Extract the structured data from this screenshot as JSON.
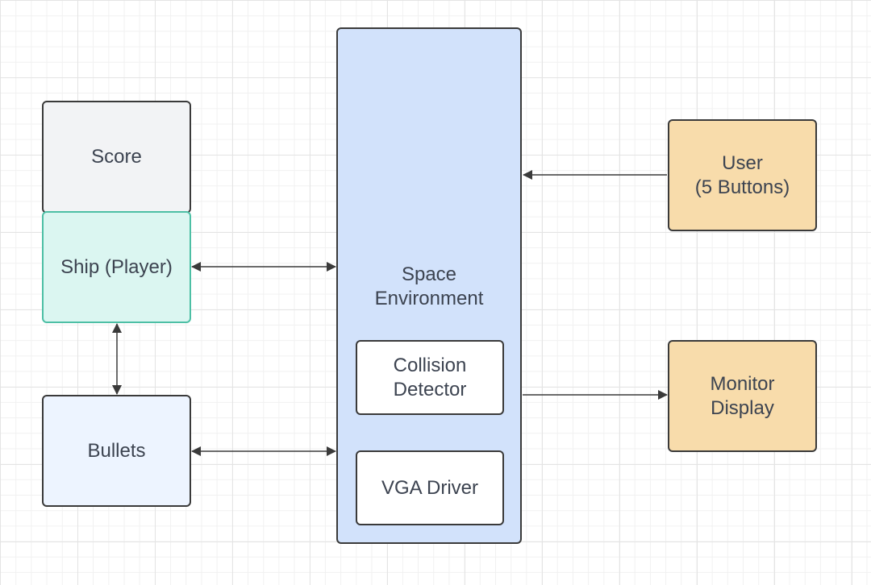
{
  "blocks": {
    "score": {
      "label": "Score",
      "fill": "#f2f3f5",
      "border": "#3a3a3a"
    },
    "ship": {
      "label": "Ship (Player)",
      "fill": "#dbf6f1",
      "border": "#4dbfa5"
    },
    "bullets": {
      "label": "Bullets",
      "fill": "#edf4ff",
      "border": "#3a3a3a"
    },
    "space_environment": {
      "label": "Space\nEnvironment",
      "fill": "#d2e2fb",
      "border": "#3a3a3a"
    },
    "collision_detector": {
      "label": "Collision\nDetector",
      "fill": "#ffffff"
    },
    "vga_driver": {
      "label": "VGA Driver",
      "fill": "#ffffff"
    },
    "user": {
      "label": "User\n(5 Buttons)",
      "fill": "#f8dcab",
      "border": "#3a3a3a"
    },
    "monitor": {
      "label": "Monitor\nDisplay",
      "fill": "#f8dcab",
      "border": "#3a3a3a"
    }
  },
  "connections": [
    {
      "from": "ship",
      "to": "space_environment",
      "direction": "both"
    },
    {
      "from": "ship",
      "to": "bullets",
      "direction": "both"
    },
    {
      "from": "bullets",
      "to": "space_environment",
      "direction": "both"
    },
    {
      "from": "user",
      "to": "space_environment",
      "direction": "forward"
    },
    {
      "from": "space_environment",
      "to": "monitor",
      "direction": "forward"
    }
  ],
  "colors": {
    "line": "#3a3a3a",
    "text": "#3c4350"
  }
}
